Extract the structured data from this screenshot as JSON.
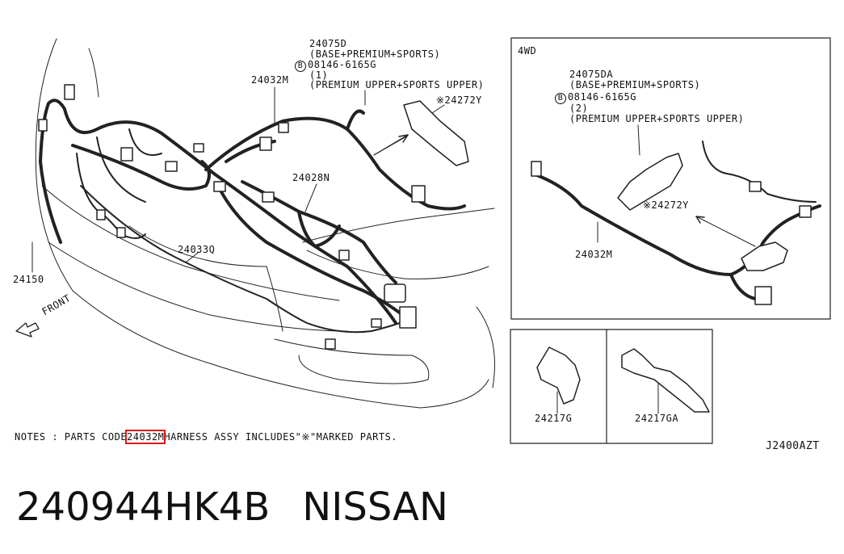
{
  "main_labels": {
    "l24075d": "24075D",
    "l24075d_variant": "(BASE+PREMIUM+SPORTS)",
    "bolt_symbol": "B",
    "bolt_part": "08146-6165G",
    "bolt_qty": "(1)",
    "bolt_variant": "(PREMIUM UPPER+SPORTS UPPER)",
    "l24032m": "24032M",
    "l24272y": "※24272Y",
    "l24028n": "24028N",
    "l24033q": "24033Q",
    "l24150": "24150",
    "front": "FRONT"
  },
  "inset_4wd": {
    "title": "4WD",
    "l24075da": "24075DA",
    "l24075da_variant": "(BASE+PREMIUM+SPORTS)",
    "bolt_symbol": "B",
    "bolt_part": "08146-6165G",
    "bolt_qty": "(2)",
    "bolt_variant": "(PREMIUM UPPER+SPORTS UPPER)",
    "l24272y": "※24272Y",
    "l24032m": "24032M"
  },
  "bracket_insets": {
    "left_part": "24217G",
    "right_part": "24217GA"
  },
  "notes": {
    "prefix": "NOTES : PARTS CODE",
    "code": "24032M",
    "suffix": "HARNESS ASSY INCLUDES\"※\"MARKED PARTS."
  },
  "diagram_code": "J2400AZT",
  "footer": {
    "part_number": "240944HK4B",
    "brand": "NISSAN"
  },
  "colors": {
    "highlight": "#e01818",
    "ink": "#111111"
  }
}
